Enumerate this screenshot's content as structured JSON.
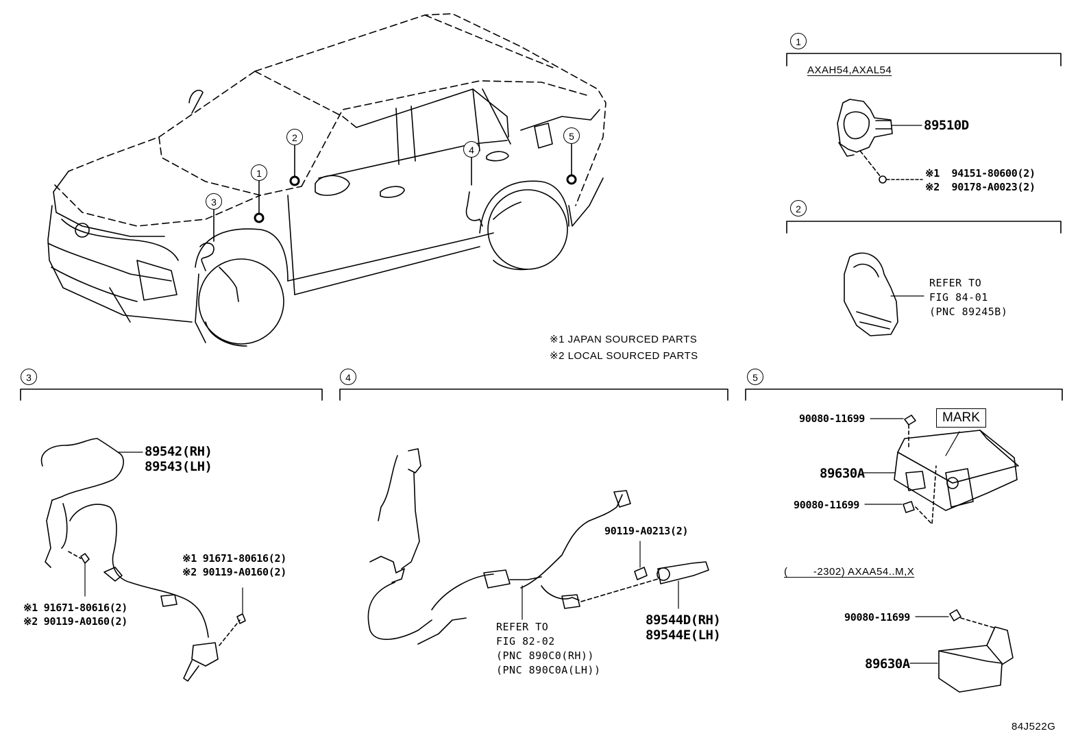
{
  "callouts": [
    "1",
    "2",
    "3",
    "4",
    "5"
  ],
  "notes": {
    "japan": "※1 JAPAN SOURCED PARTS",
    "local": "※2 LOCAL SOURCED PARTS"
  },
  "section1": {
    "number": "1",
    "models": "AXAH54,AXAL54",
    "part": "89510D",
    "fastener_jp": "※1  94151-80600(2)",
    "fastener_local": "※2  90178-A0023(2)"
  },
  "section2": {
    "number": "2",
    "ref_line1": "REFER TO",
    "ref_line2": "FIG 84-01",
    "ref_line3": "(PNC 89245B)"
  },
  "section3": {
    "number": "3",
    "part_rh": "89542(RH)",
    "part_lh": "89543(LH)",
    "bolt_a_jp": "※1 91671-80616(2)",
    "bolt_a_local": "※2 90119-A0160(2)",
    "bolt_b_jp": "※1 91671-80616(2)",
    "bolt_b_local": "※2 90119-A0160(2)"
  },
  "section4": {
    "number": "4",
    "bolt": "90119-A0213(2)",
    "part_rh": "89544D(RH)",
    "part_lh": "89544E(LH)",
    "ref_line1": "REFER TO",
    "ref_line2": "FIG 82-02",
    "ref_line3": "(PNC 890C0(RH))",
    "ref_line4": "(PNC 890C0A(LH))"
  },
  "section5": {
    "number": "5",
    "screw_top": "90080-11699",
    "mark_label": "MARK",
    "ecu_part": "89630A",
    "screw_mid": "90080-11699",
    "model_note": "(        -2302) AXAA54..M,X",
    "screw_bottom": "90080-11699",
    "ecu_part_2": "89630A"
  },
  "figure_code": "84J522G"
}
